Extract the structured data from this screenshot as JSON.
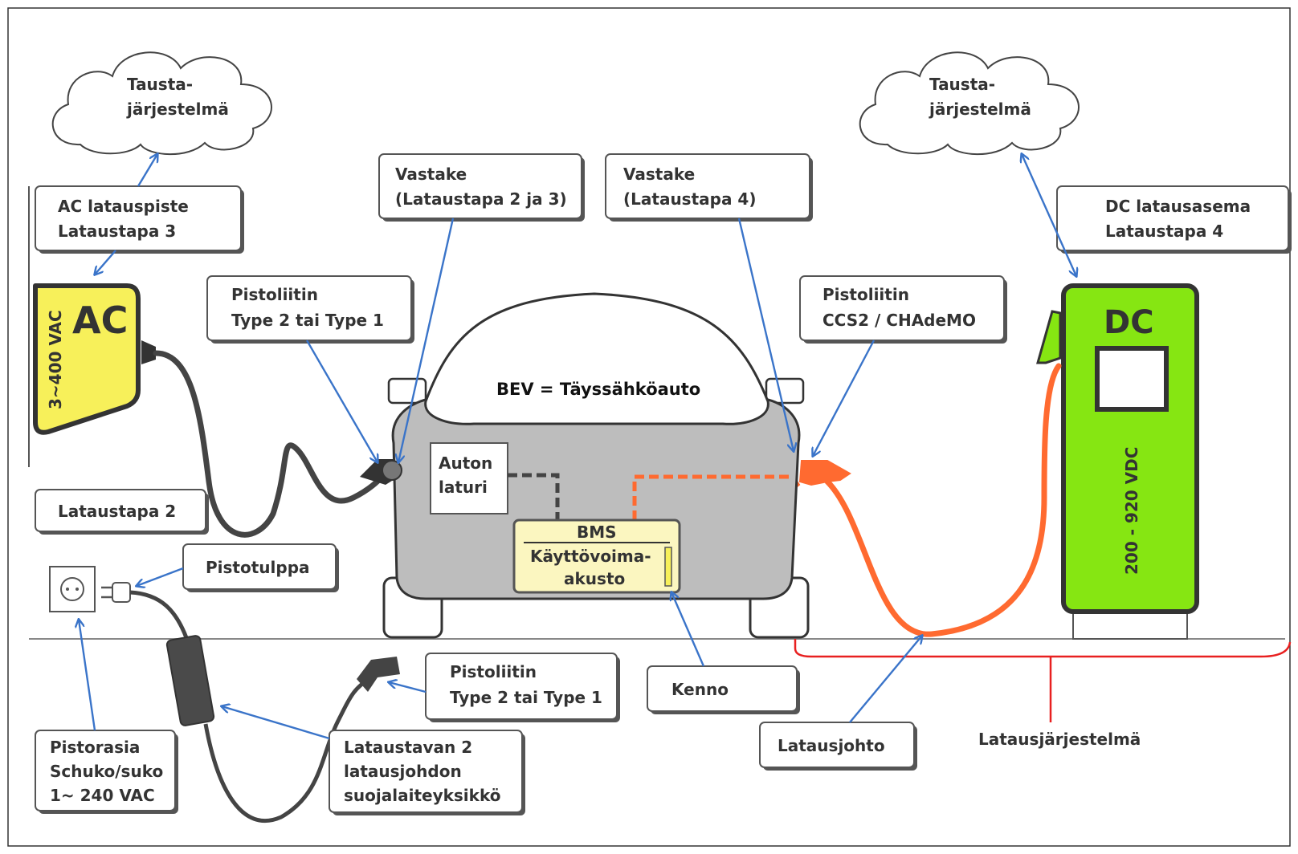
{
  "colors": {
    "ac_yellow": "#f7f05a",
    "dc_green": "#86e612",
    "dc_cable_orange": "#ff6a30",
    "arrow_blue": "#3a74c9",
    "system_red": "#e82020",
    "car_body_grey": "#bdbdbd",
    "battery_fill": "#fbf6c0"
  },
  "clouds": {
    "left_line1": "Tausta-",
    "left_line2": "järjestelmä",
    "right_line1": "Tausta-",
    "right_line2": "järjestelmä"
  },
  "ac_station": {
    "label_line1": "AC latauspiste",
    "label_line2": "Lataustapa 3",
    "big_text": "AC",
    "voltage": "3~400 VAC"
  },
  "dc_station": {
    "label_line1": "DC latausasema",
    "label_line2": "Lataustapa 4",
    "big_text": "DC",
    "voltage": "200 - 920 VDC"
  },
  "labels": {
    "vastake_ac_line1": "Vastake",
    "vastake_ac_line2": "(Lataustapa 2 ja 3)",
    "vastake_dc_line1": "Vastake",
    "vastake_dc_line2": "(Lataustapa 4)",
    "pistoliitin_ac_line1": "Pistoliitin",
    "pistoliitin_ac_line2": "Type 2 tai Type 1",
    "pistoliitin_dc_line1": "Pistoliitin",
    "pistoliitin_dc_line2": "CCS2 / CHAdeMO",
    "lataustapa2": "Lataustapa 2",
    "pistotulppa": "Pistotulppa",
    "pistoliitin_m2_line1": "Pistoliitin",
    "pistoliitin_m2_line2": "Type 2 tai Type 1",
    "kenno": "Kenno",
    "latausjohto": "Latausjohto",
    "latausjarjestelma": "Latausjärjestelmä",
    "pistorasia_line1": "Pistorasia",
    "pistorasia_line2": "Schuko/suko",
    "pistorasia_line3": "1~ 240 VAC",
    "suojalaite_line1": "Lataustavan 2",
    "suojalaite_line2": "latausjohdon",
    "suojalaite_line3": "suojalaiteyksikkö"
  },
  "car": {
    "title": "BEV = Täyssähköauto",
    "charger_line1": "Auton",
    "charger_line2": "laturi",
    "bms": "BMS",
    "battery_line1": "Käyttövoima-",
    "battery_line2": "akusto"
  }
}
